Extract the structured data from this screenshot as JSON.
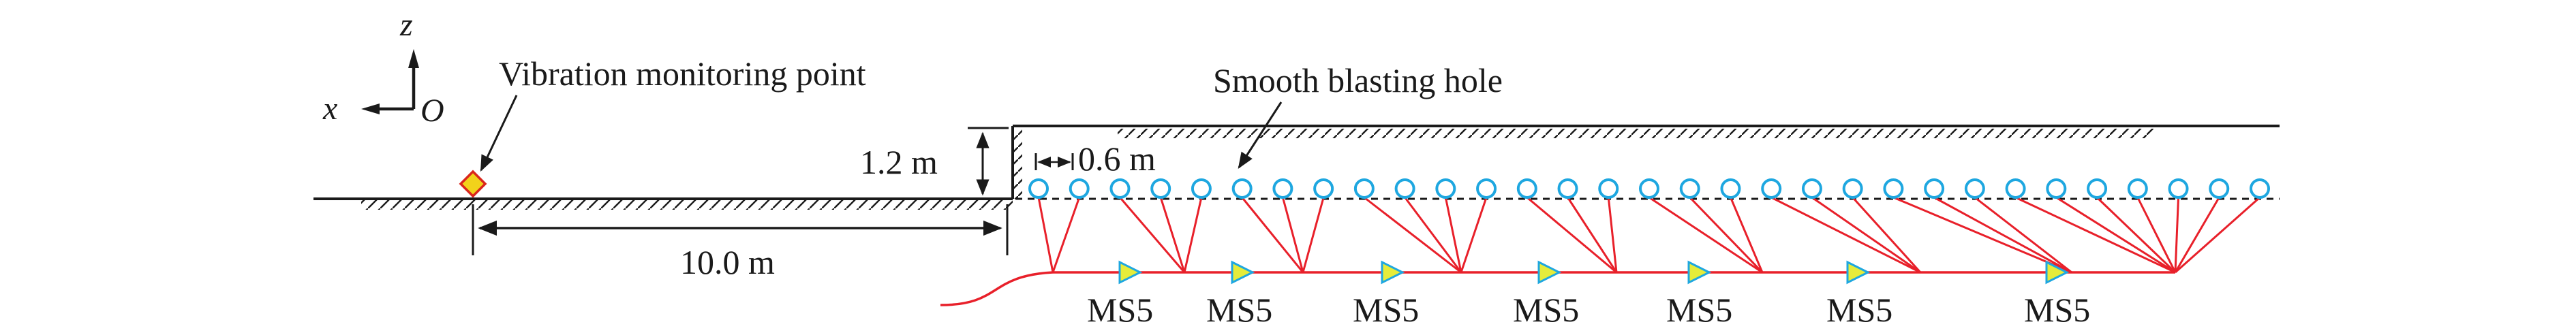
{
  "axes": {
    "z_label": "z",
    "x_label": "x",
    "origin_label": "O"
  },
  "labels": {
    "vibration_point": "Vibration monitoring point",
    "smooth_hole": "Smooth blasting hole",
    "height": "1.2 m",
    "spacing": "0.6 m",
    "distance": "10.0 m"
  },
  "delays": [
    "MS5",
    "MS5",
    "MS5",
    "MS5",
    "MS5",
    "MS5",
    "MS5"
  ],
  "holes": {
    "count": 31
  },
  "colors": {
    "line": "#1a1a1a",
    "detonation": "#e8202a",
    "hole": "#1ea7e0",
    "delay_fill": "#e6ec3a",
    "delay_stroke": "#1ea7e0",
    "monitor_fill": "#f2d21b",
    "monitor_stroke": "#d9261c"
  }
}
